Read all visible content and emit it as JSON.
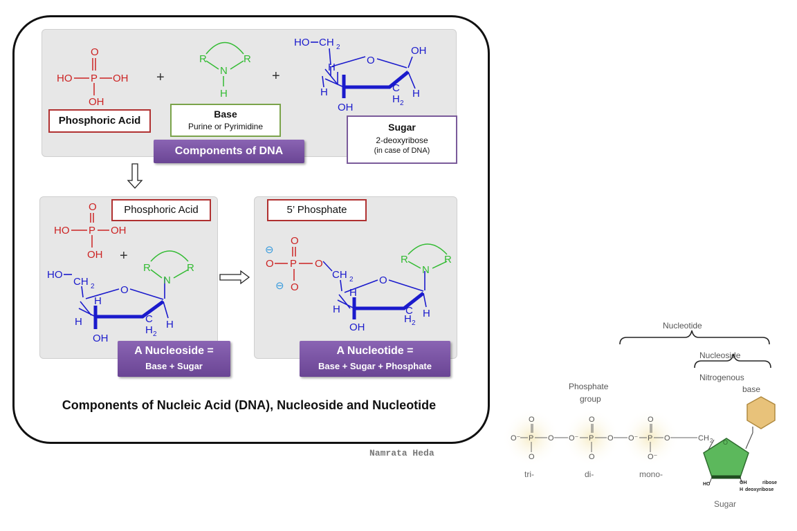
{
  "main_figure": {
    "top_panel": {
      "phosphoric_acid_label": "Phosphoric Acid",
      "base_title": "Base",
      "base_subtitle": "Purine or Pyrimidine",
      "sugar_title": "Sugar",
      "sugar_line1": "2-deoxyribose",
      "sugar_line2": "(in case of DNA)",
      "banner": "Components  of DNA",
      "plus": "+"
    },
    "left_panel": {
      "label": "Phosphoric Acid",
      "banner_line1": "A Nucleoside =",
      "banner_line2": "Base + Sugar"
    },
    "right_panel": {
      "label": "5’ Phosphate",
      "banner_line1": "A Nucleotide =",
      "banner_line2": "Base + Sugar + Phosphate"
    },
    "caption": "Components of Nucleic Acid (DNA), Nucleoside and Nucleotide",
    "credit": "Namrata  Heda"
  },
  "chem": {
    "ho": "HO",
    "oh": "OH",
    "p": "P",
    "o": "O",
    "r": "R",
    "n": "N",
    "h": "H",
    "ch2": "CH",
    "c": "C",
    "sub2": "2",
    "minus": "⊖"
  },
  "second_figure": {
    "nucleotide": "Nucleotide",
    "nucleoside": "Nucleoside",
    "nitrogenous_line1": "Nitrogenous",
    "nitrogenous_line2": "base",
    "phosphate_line1": "Phosphate",
    "phosphate_line2": "group",
    "tri": "tri-",
    "di": "di-",
    "mono": "mono-",
    "sugar": "Sugar",
    "ribose": "ribose",
    "deoxyribose": "deoxyribose",
    "ho_small": "HO",
    "oh_small": "OH",
    "h_small": "H",
    "ch2_small": "CH",
    "sub2": "2",
    "o_minus": "O⁻",
    "o": "O",
    "p": "P"
  },
  "colors": {
    "phosphate_red": "#cc2222",
    "base_green": "#33bb33",
    "sugar_blue": "#1a1acc",
    "banner_purple": "#7550a0",
    "label_red_border": "#b03030",
    "label_green_border": "#7aa34a",
    "label_purple_border": "#7a5a9a",
    "hexagon_tan": "#e8c27a",
    "pentagon_green": "#5cb85c"
  }
}
